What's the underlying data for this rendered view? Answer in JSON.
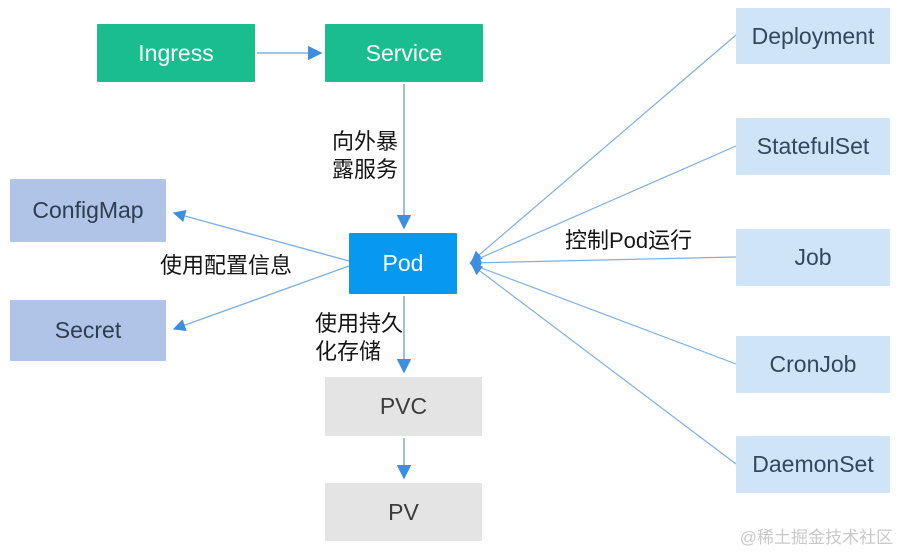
{
  "nodes": {
    "ingress": {
      "label": "Ingress"
    },
    "service": {
      "label": "Service"
    },
    "pod": {
      "label": "Pod"
    },
    "deployment": {
      "label": "Deployment"
    },
    "statefulset": {
      "label": "StatefulSet"
    },
    "job": {
      "label": "Job"
    },
    "cronjob": {
      "label": "CronJob"
    },
    "daemonset": {
      "label": "DaemonSet"
    },
    "configmap": {
      "label": "ConfigMap"
    },
    "secret": {
      "label": "Secret"
    },
    "pvc": {
      "label": "PVC"
    },
    "pv": {
      "label": "PV"
    }
  },
  "edge_labels": {
    "expose_service": "向外暴\n露服务",
    "control_pod": "控制Pod运行",
    "use_config": "使用配置信息",
    "use_storage": "使用持久\n化存储"
  },
  "watermark": "@稀土掘金技术社区",
  "colors": {
    "node_green": "#1abd8d",
    "node_blue": "#0798f2",
    "node_light_blue": "#cfe5f7",
    "node_periwinkle": "#afc4e6",
    "node_gray": "#e4e4e5",
    "line": "#7fb0e3",
    "arrowhead": "#3e8ee0"
  }
}
